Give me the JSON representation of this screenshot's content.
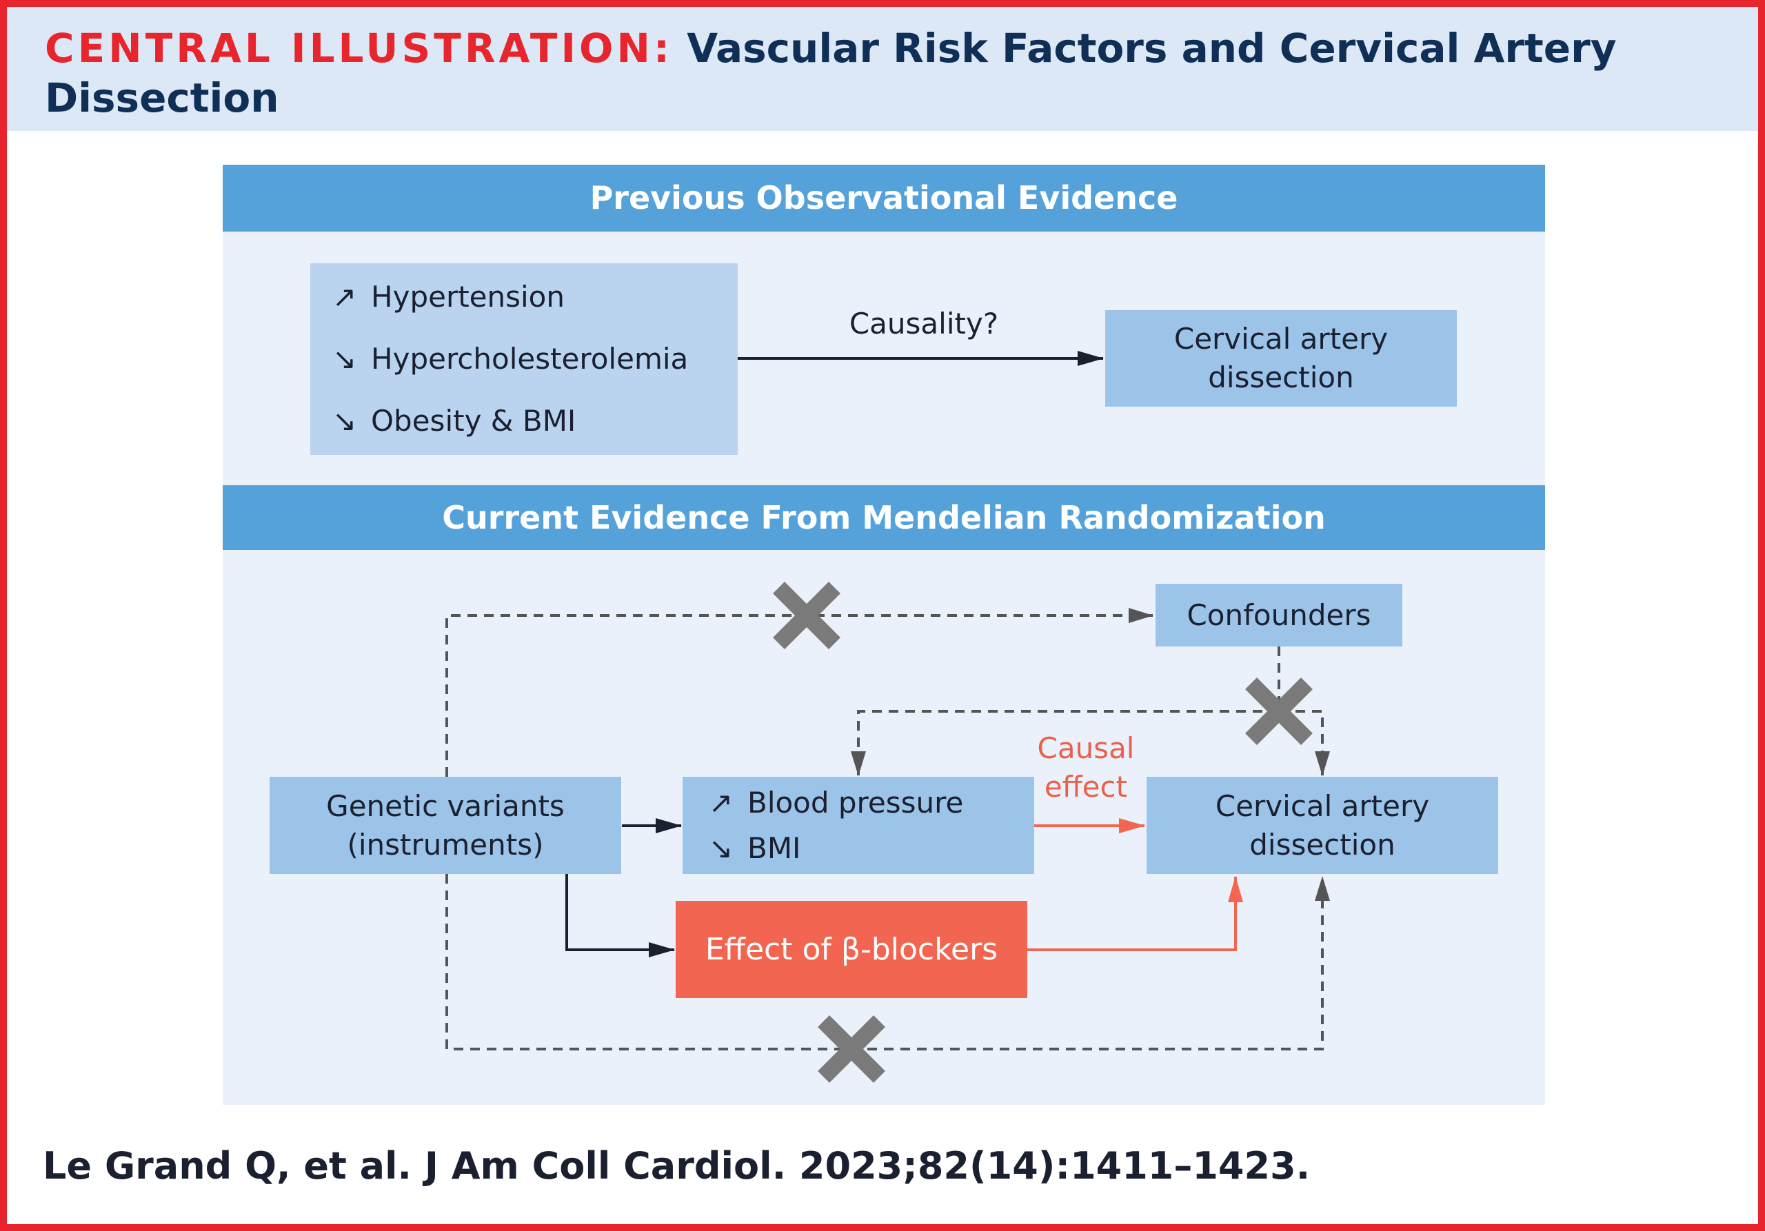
{
  "header": {
    "label": "CENTRAL ILLUSTRATION:",
    "title": "Vascular Risk Factors and Cervical Artery Dissection"
  },
  "previous_section": {
    "heading": "Previous Observational Evidence",
    "risk_factors": [
      {
        "direction": "↗",
        "label": "Hypertension"
      },
      {
        "direction": "↘",
        "label": "Hypercholesterolemia"
      },
      {
        "direction": "↘",
        "label": "Obesity & BMI"
      }
    ],
    "edge_label": "Causality?",
    "outcome_line1": "Cervical artery",
    "outcome_line2": "dissection"
  },
  "current_section": {
    "heading": "Current Evidence From Mendelian Randomization",
    "confounders": "Confounders",
    "genetic_line1": "Genetic variants",
    "genetic_line2": "(instruments)",
    "exposures": [
      {
        "direction": "↗",
        "label": "Blood pressure"
      },
      {
        "direction": "↘",
        "label": "BMI"
      }
    ],
    "causal_line1": "Causal",
    "causal_line2": "effect",
    "outcome_line1": "Cervical artery",
    "outcome_line2": "dissection",
    "beta_blockers": "Effect of β-blockers"
  },
  "colors": {
    "accent_red": "#e8242c",
    "band_blue": "#55a2db",
    "box_blue": "#9cc3e8",
    "causal_red": "#f26651",
    "dashed_gray": "#555555",
    "cross_gray": "#7a7a7a"
  },
  "citation": "Le Grand Q, et al. J Am Coll Cardiol. 2023;82(14):1411–1423."
}
